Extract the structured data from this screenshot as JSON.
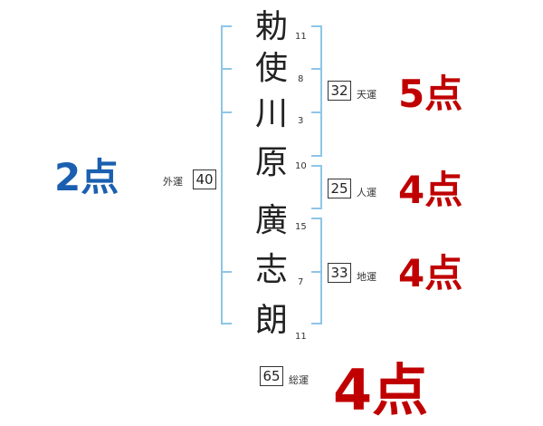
{
  "name": {
    "chars": [
      {
        "char": "勅",
        "strokes": "11"
      },
      {
        "char": "使",
        "strokes": "8"
      },
      {
        "char": "川",
        "strokes": "3"
      },
      {
        "char": "原",
        "strokes": "10"
      },
      {
        "char": "廣",
        "strokes": "15"
      },
      {
        "char": "志",
        "strokes": "7"
      },
      {
        "char": "朗",
        "strokes": "11"
      }
    ]
  },
  "fortunes": {
    "gaiun": {
      "label": "外運",
      "value": "40",
      "score": "2点"
    },
    "tenun": {
      "label": "天運",
      "value": "32",
      "score": "5点"
    },
    "jinun": {
      "label": "人運",
      "value": "25",
      "score": "4点"
    },
    "chiun": {
      "label": "地運",
      "value": "33",
      "score": "4点"
    },
    "souun": {
      "label": "総運",
      "value": "65",
      "score": "4点"
    }
  },
  "colors": {
    "bracket": "#8ec5e8",
    "score_red": "#c00000",
    "score_blue": "#1a5fb0"
  }
}
